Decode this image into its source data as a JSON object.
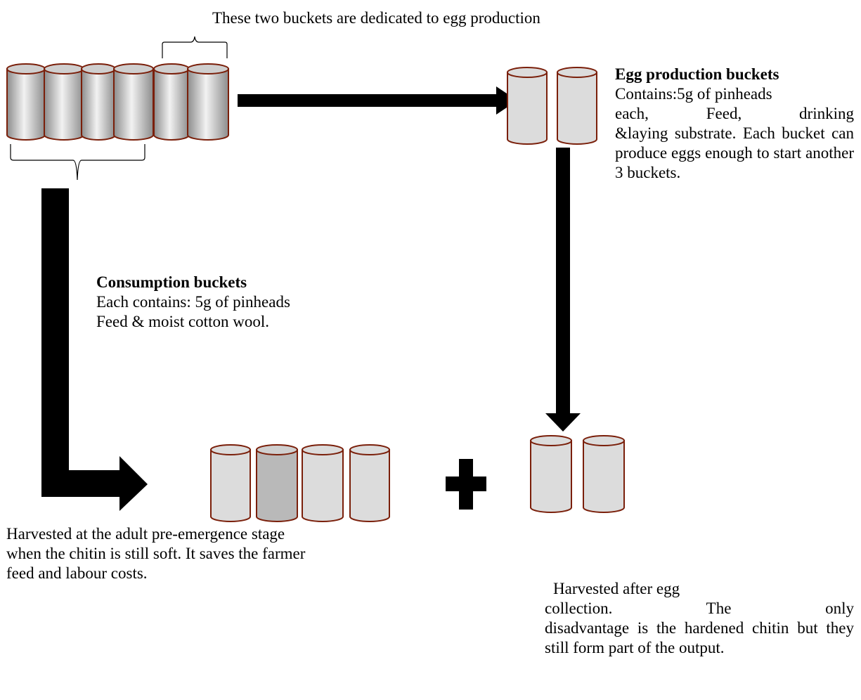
{
  "labels": {
    "egg_dedicated": "These two buckets are dedicated to egg production",
    "egg_title": "Egg production buckets",
    "egg_contains": "Contains:5g of pinheads",
    "egg_body_line1": "each, Feed, drinking",
    "egg_body_rest": "&laying substrate. Each bucket can produce eggs enough to start another 3 buckets.",
    "consumption_title": "Consumption buckets",
    "consumption_line1": "Each contains: 5g of pinheads",
    "consumption_line2": "Feed & moist cotton wool.",
    "harvest_adult_line1": "Harvested at the adult pre-emergence stage",
    "harvest_adult_line2": "when the chitin is still soft. It saves the farmer",
    "harvest_adult_line3": "feed and labour costs.",
    "harvest_egg_line1": "Harvested after egg",
    "harvest_egg_line2": "collection. The only",
    "harvest_egg_rest": "disadvantage is the hardened chitin but they still form part of the output."
  },
  "colors": {
    "bucket_outline": "#7a1f0a",
    "bucket_fill": "#dcdcdc",
    "bucket_fill_dark": "#b9b9b9",
    "arrow": "#000000"
  }
}
